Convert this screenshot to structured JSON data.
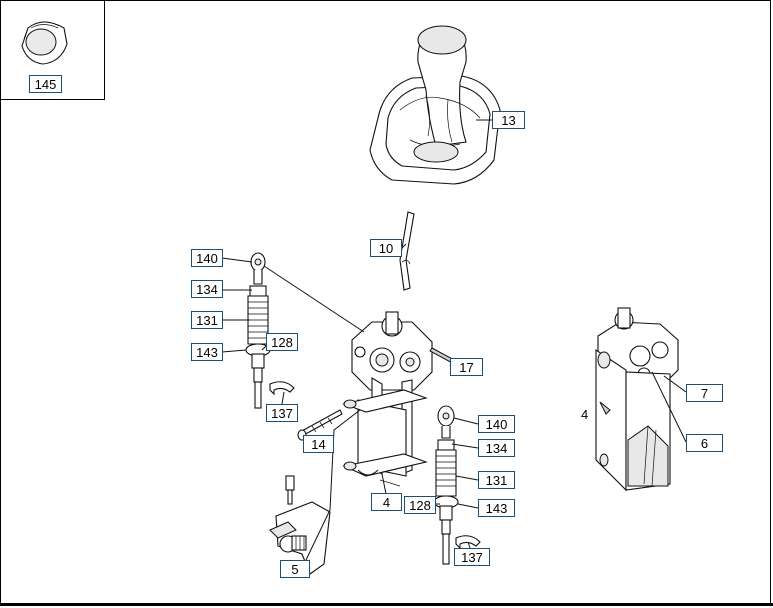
{
  "callouts": {
    "c145": "145",
    "c13": "13",
    "c10": "10",
    "c140a": "140",
    "c134a": "134",
    "c131a": "131",
    "c143a": "143",
    "c128a": "128",
    "c137a": "137",
    "c17": "17",
    "c14": "14",
    "c140b": "140",
    "c134b": "134",
    "c131b": "131",
    "c4": "4",
    "c128b": "128",
    "c143b": "143",
    "c137b": "137",
    "c5": "5",
    "c7": "7",
    "c6": "6",
    "c4side": "4"
  }
}
